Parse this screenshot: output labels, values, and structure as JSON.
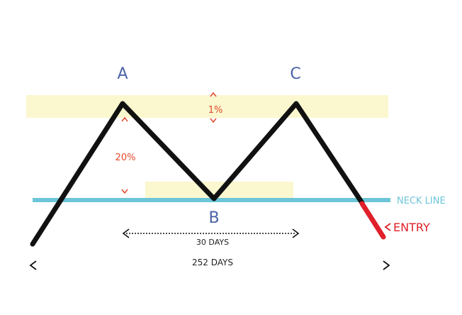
{
  "points": {
    "a": "A",
    "b": "B",
    "c": "C"
  },
  "labels": {
    "top_tolerance": "1%",
    "height_pct": "20%",
    "inner_period": "30 DAYS",
    "outer_period": "252 DAYS",
    "neck_line": "NECK LINE",
    "entry": "ENTRY"
  },
  "colors": {
    "price_line": "#111111",
    "entry_segment": "#e0202a",
    "neck_line": "#6cc6d8",
    "tolerance_band": "#fbf7cf",
    "point_label": "#4a63a8",
    "annotation_red": "#e2492b"
  }
}
